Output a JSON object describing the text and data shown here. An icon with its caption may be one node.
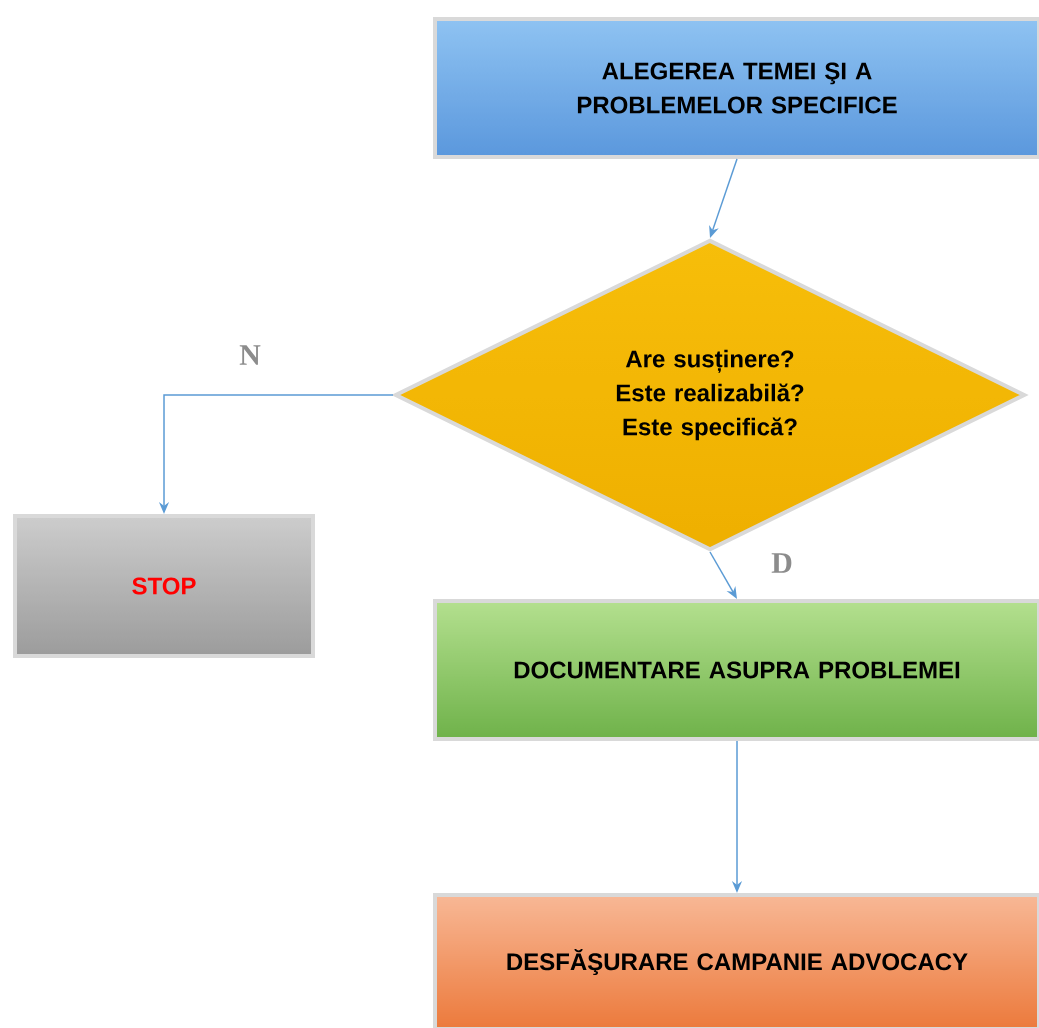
{
  "diagram": {
    "nodes": [
      {
        "text": [
          "ALEGEREA TEMEI ŞI A PROBLEMELOR SPECIFICE"
        ]
      },
      {
        "text": [
          "Are susținere? Este realizabilă? Este specifică?"
        ]
      },
      {
        "text": [
          "STOP"
        ]
      },
      {
        "text": [
          "DOCUMENTARE ASUPRA PROBLEMEI"
        ]
      },
      {
        "text": [
          "DESFĂŞURARE CAMPANIE ADVOCACY"
        ]
      }
    ],
    "edges": [
      {
        "from": 0,
        "to": 1,
        "arrow": "to"
      },
      {
        "from": 1,
        "to": 2,
        "arrow": "to",
        "label": "N"
      },
      {
        "from": 1,
        "to": 3,
        "arrow": "to",
        "label": "D"
      },
      {
        "from": 3,
        "to": 4,
        "arrow": "to"
      }
    ]
  }
}
